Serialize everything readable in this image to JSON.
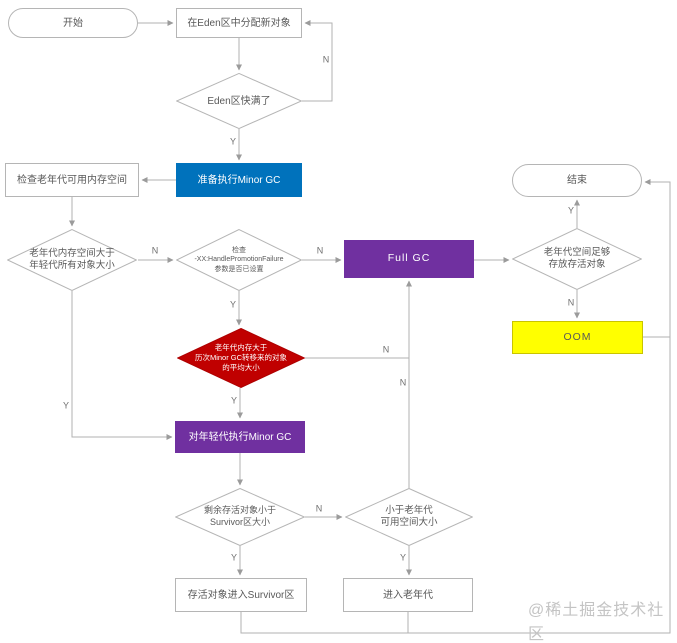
{
  "diagram": {
    "type": "flowchart",
    "topic": "Minor GC / Full GC 流程",
    "watermark": "@稀土掘金技术社区"
  },
  "branch_labels": {
    "yes": "Y",
    "no": "N"
  },
  "colors": {
    "line": "#b2b2b2",
    "node_border": "#b5b5b5",
    "text": "#595959",
    "blue": "#0072bc",
    "purple": "#7030a0",
    "red": "#c00000",
    "yellow": "#ffff00"
  },
  "nodes": {
    "start": {
      "label": "开始"
    },
    "alloc_eden": {
      "label": "在Eden区中分配新对象"
    },
    "eden_full": {
      "label": "Eden区快满了"
    },
    "prepare_minor_gc": {
      "label": "准备执行Minor GC"
    },
    "check_old_space": {
      "label": "检查老年代可用内存空间"
    },
    "old_gt_young": {
      "label": "老年代内存空间大于\n年轻代所有对象大小"
    },
    "handle_promotion": {
      "label": "检查\n-XX:HandlePromotionFailure\n参数是否已设置"
    },
    "full_gc": {
      "label": "Full GC"
    },
    "end": {
      "label": "结束"
    },
    "old_space_enough": {
      "label": "老年代空间足够\n存放存活对象"
    },
    "oom": {
      "label": "OOM"
    },
    "avg_promoted": {
      "label": "老年代内存大于\n历次Minor GC转移来的对象\n的平均大小"
    },
    "do_minor_gc": {
      "label": "对年轻代执行Minor GC"
    },
    "survivor_fit": {
      "label": "剩余存活对象小于\nSurvivor区大小"
    },
    "oldgen_fit": {
      "label": "小于老年代\n可用空间大小"
    },
    "to_survivor": {
      "label": "存活对象进入Survivor区"
    },
    "to_oldgen": {
      "label": "进入老年代"
    }
  }
}
